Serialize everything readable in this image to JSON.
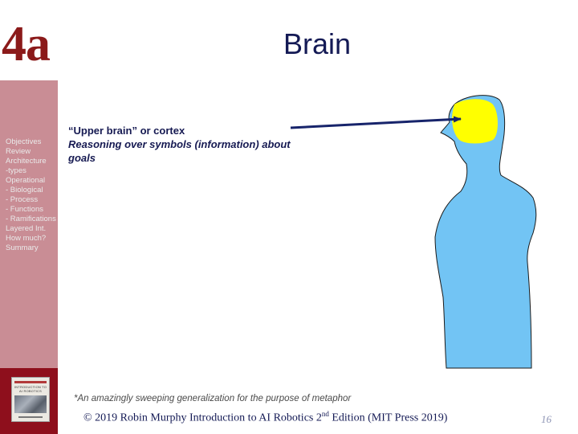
{
  "header": {
    "chapter": "4a",
    "title": "Brain"
  },
  "sidebar": {
    "items": [
      "Objectives",
      "Review",
      "Architecture",
      "-types",
      "Operational",
      "- Biological",
      "- Process",
      "- Functions",
      "- Ramifications",
      "Layered Int.",
      "How much?",
      "Summary"
    ]
  },
  "content": {
    "heading": "“Upper brain” or cortex",
    "subtitle": "Reasoning over symbols (information) about goals"
  },
  "figure": {
    "body_color": "#72c4f4",
    "brain_color": "#ffff00",
    "arrow_color": "#17246b"
  },
  "footer": {
    "footnote": "*An amazingly sweeping generalization for the purpose of metaphor",
    "copyright_pre": "© 2019 Robin Murphy Introduction to AI Robotics 2",
    "copyright_sup": "nd",
    "copyright_post": " Edition (MIT Press 2019)",
    "page_number": "16"
  },
  "colors": {
    "chapter": "#8b1a1a",
    "title": "#141a55",
    "sidebar_bg": "#c98d95",
    "footer_band": "#8e0f1c"
  }
}
